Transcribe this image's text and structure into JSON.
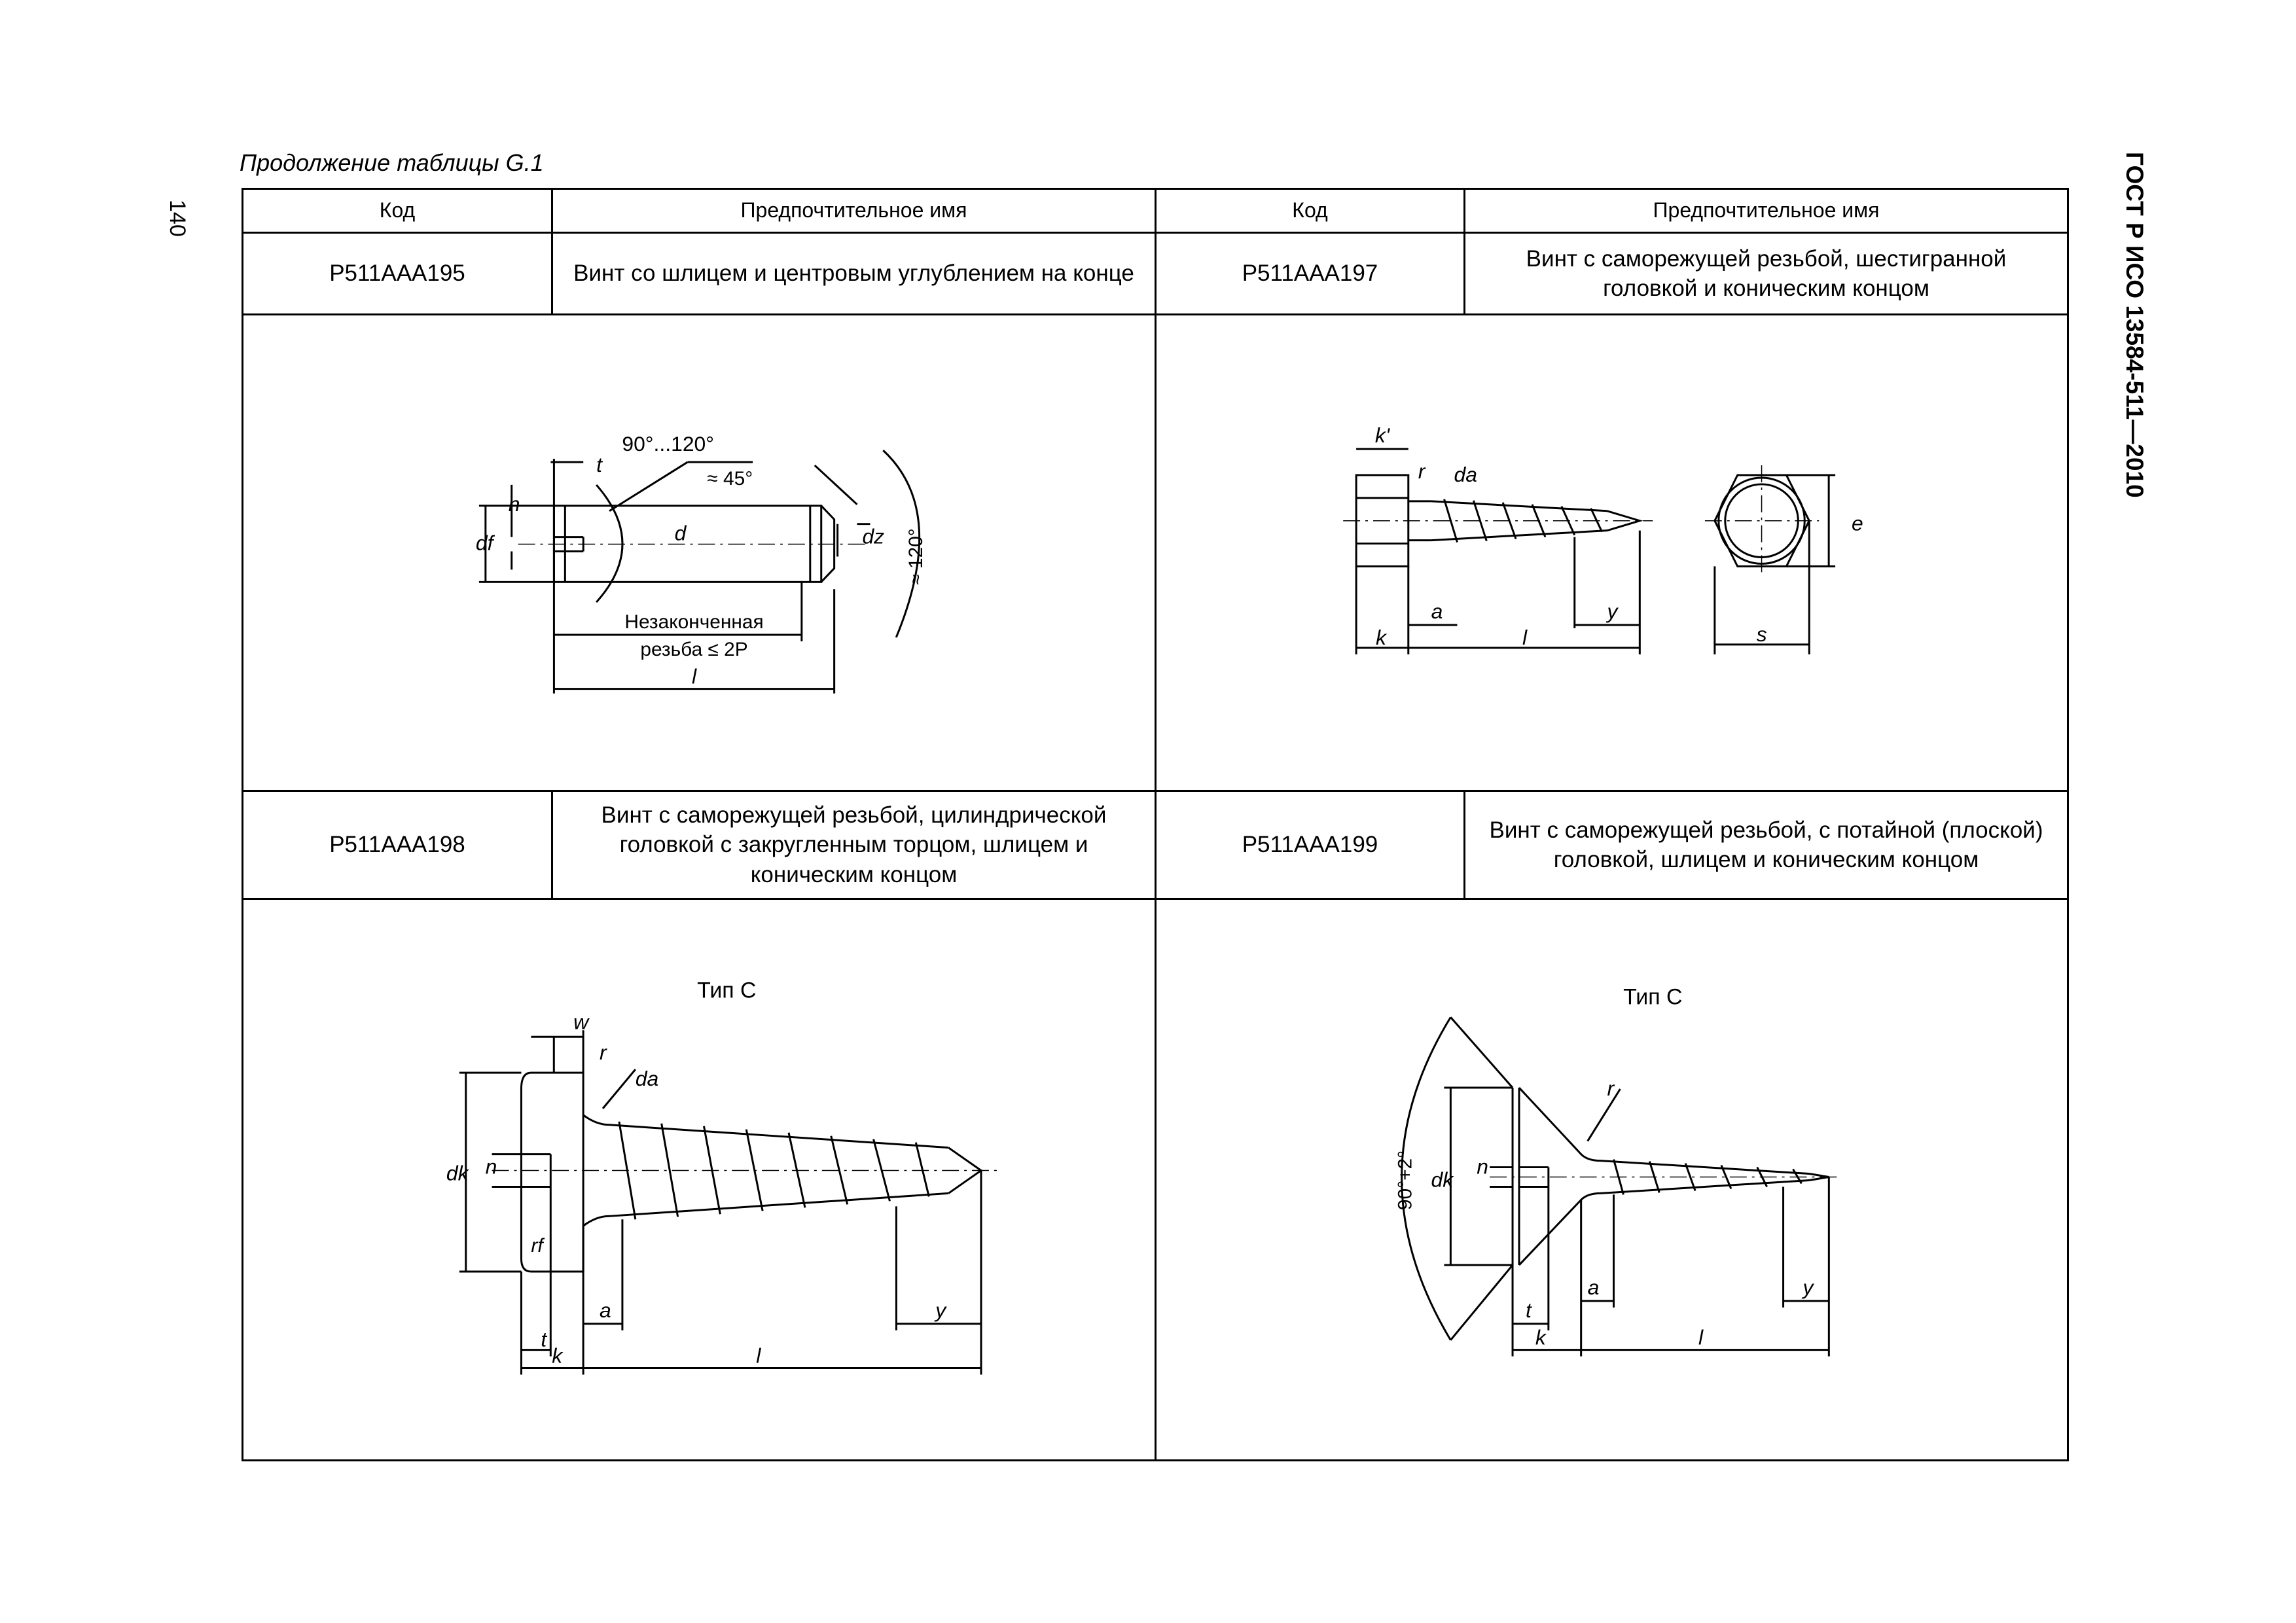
{
  "page": {
    "number": "140",
    "standard": "ГОСТ Р ИСО 13584-511—2010",
    "caption": "Продолжение таблицы G.1"
  },
  "table": {
    "headers": {
      "code_1": "Код",
      "name_1": "Предпочтительное имя",
      "code_2": "Код",
      "name_2": "Предпочтительное имя"
    },
    "row1": {
      "code_left": "P511AAA195",
      "name_left": "Винт со шлицем и центровым углублением на конце",
      "code_right": "P511AAA197",
      "name_right": "Винт с саморежущей резьбой, шестигранной головкой и коническим концом"
    },
    "row2": {
      "code_left": "P511AAA198",
      "name_left": "Винт с саморежущей резьбой, цилиндрической головкой с закругленным торцом, шлицем и коническим концом",
      "code_right": "P511AAA199",
      "name_right": "Винт с саморежущей резьбой, с потайной (плоской) головкой, шлицем и коническим концом"
    }
  },
  "fig195": {
    "angle1": "90°...120°",
    "angle2": "≈ 45°",
    "angle3": "≈ 120°",
    "note1": "Незаконченная",
    "note2": "резьба ≤ 2P",
    "t": "t",
    "n": "n",
    "df": "df",
    "d": "d",
    "dz": "dz",
    "l": "l"
  },
  "fig197": {
    "k_prime": "k'",
    "r": "r",
    "da": "da",
    "a": "a",
    "k": "k",
    "l": "l",
    "y": "y",
    "e": "e",
    "s": "s"
  },
  "fig198": {
    "type_label": "Тип С",
    "w": "w",
    "r": "r",
    "da": "da",
    "dk": "dk",
    "n": "n",
    "rf": "rf",
    "t": "t",
    "a": "a",
    "y": "y",
    "k": "k",
    "l": "l"
  },
  "fig199": {
    "type_label": "Тип С",
    "angle": "90°+2°",
    "dk": "dk",
    "n": "n",
    "r": "r",
    "a": "a",
    "y": "y",
    "t": "t",
    "k": "k",
    "l": "l"
  }
}
